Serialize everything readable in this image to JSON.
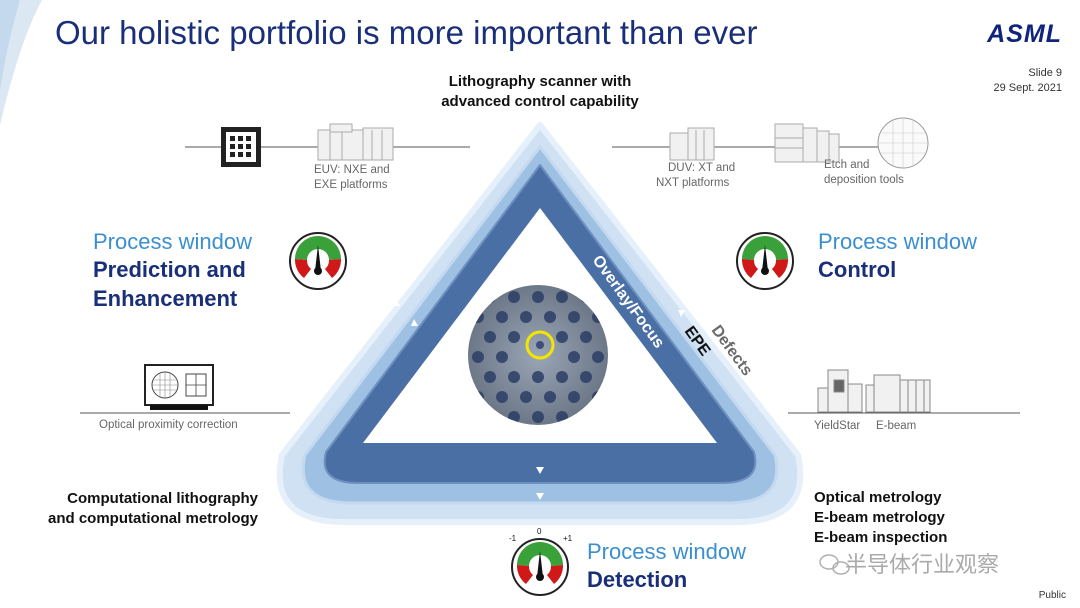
{
  "title": "Our holistic portfolio is more important than ever",
  "logo": "ASML",
  "slide_number": "Slide 9",
  "date": "29 Sept. 2021",
  "top_label": {
    "line1": "Lithography scanner with",
    "line2": "advanced control capability"
  },
  "equipment": {
    "euv": {
      "line1": "EUV: NXE and",
      "line2": "EXE platforms"
    },
    "duv": {
      "line1": "DUV: XT and",
      "line2": "NXT platforms"
    },
    "etch": {
      "line1": "Etch and",
      "line2": "deposition tools"
    },
    "opc": "Optical proximity correction",
    "yieldstar": "YieldStar",
    "ebeam": "E-beam"
  },
  "process_windows": {
    "prediction": {
      "light": "Process window",
      "bold1": "Prediction and",
      "bold2": "Enhancement"
    },
    "control": {
      "light": "Process window",
      "bold1": "Control"
    },
    "detection": {
      "light": "Process window",
      "bold1": "Detection"
    }
  },
  "bottom_left": {
    "line1": "Computational lithography",
    "line2": "and computational metrology"
  },
  "bottom_right": {
    "line1": "Optical metrology",
    "line2": "E-beam metrology",
    "line3": "E-beam inspection"
  },
  "triangle_labels": {
    "overlay_focus": "Overlay/Focus",
    "epe": "EPE",
    "defects": "Defects"
  },
  "gauge_ticks": {
    "minus": "-1",
    "zero": "0",
    "plus": "+1"
  },
  "watermark": "半导体行业观察",
  "classification": "Public",
  "colors": {
    "title": "#1a2f7a",
    "accent_light": "#3b8fce",
    "triangle_dark": "#4a6fa5",
    "triangle_light": "#b9d3ec"
  }
}
